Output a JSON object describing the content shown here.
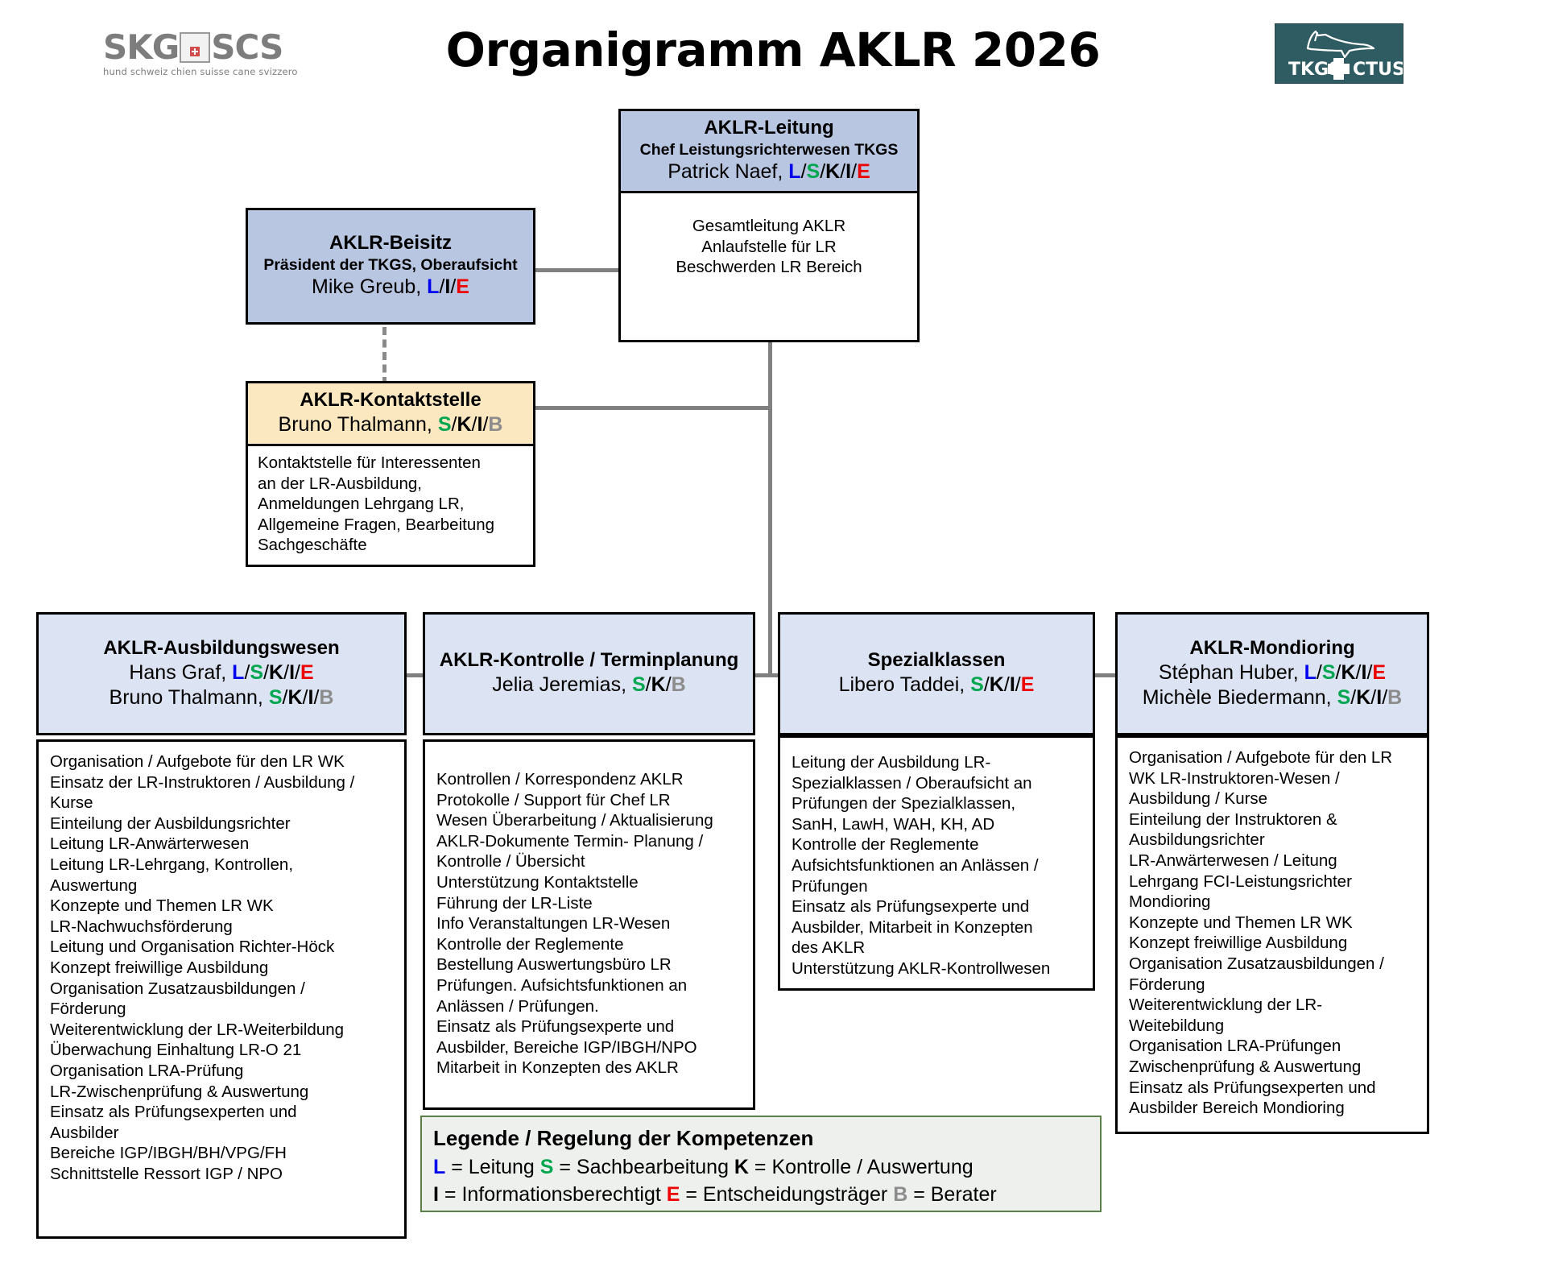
{
  "header": {
    "title": "Organigramm AKLR 2026",
    "skg_logo": {
      "left_word": "SKG",
      "right_word": "SCS",
      "subtitle": "hund schweiz    chien suisse    cane svizzero",
      "icon": "swiss-house-cross-icon"
    },
    "tkgs_logo": {
      "left_word": "TKGS",
      "right_word": "CTUS",
      "icon": "dog-silhouette-cross-icon",
      "color": "#2f5c63"
    }
  },
  "colors": {
    "header_blue": "#b8c6e2",
    "header_light_blue": "#dce3f2",
    "header_cream": "#fbe8c0",
    "legend_border_green": "#5b7f48",
    "code_L": "#0000ee",
    "code_S": "#00a650",
    "code_K": "#000000",
    "code_I": "#000000",
    "code_E": "#ee0000",
    "code_B": "#8c8c8c"
  },
  "nodes": {
    "leitung": {
      "title": "AKLR-Leitung",
      "role": "Chef Leistungsrichterwesen TKGS",
      "person": "Patrick Naef,",
      "codes": [
        "L",
        "S",
        "K",
        "I",
        "E"
      ],
      "tasks": [
        "Gesamtleitung AKLR",
        "Anlaufstelle für LR",
        "Beschwerden LR Bereich"
      ]
    },
    "beisitz": {
      "title": "AKLR-Beisitz",
      "role": "Präsident der TKGS, Oberaufsicht",
      "person": "Mike Greub,",
      "codes": [
        "L",
        "I",
        "E"
      ]
    },
    "kontaktstelle": {
      "title": "AKLR-Kontaktstelle",
      "person": "Bruno Thalmann,",
      "codes": [
        "S",
        "K",
        "I",
        "B"
      ],
      "tasks": [
        "Kontaktstelle für Interessenten",
        "an der LR-Ausbildung,",
        "Anmeldungen Lehrgang LR,",
        "Allgemeine Fragen, Bearbeitung",
        "Sachgeschäfte"
      ]
    }
  },
  "departments": [
    {
      "title": "AKLR-Ausbildungswesen",
      "people": [
        {
          "name": "Hans Graf,",
          "codes": [
            "L",
            "S",
            "K",
            "I",
            "E"
          ]
        },
        {
          "name": "Bruno Thalmann,",
          "codes": [
            "S",
            "K",
            "I",
            "B"
          ]
        }
      ],
      "tasks": [
        "Organisation / Aufgebote für den LR WK",
        "Einsatz der LR-Instruktoren / Ausbildung /",
        "Kurse",
        "Einteilung der Ausbildungsrichter",
        "Leitung LR-Anwärterwesen",
        "Leitung LR-Lehrgang, Kontrollen,",
        "Auswertung",
        "Konzepte und Themen LR WK",
        "LR-Nachwuchsförderung",
        "Leitung und Organisation Richter-Höck",
        "Konzept freiwillige Ausbildung",
        "Organisation Zusatzausbildungen /",
        "Förderung",
        "Weiterentwicklung der LR-Weiterbildung",
        "Überwachung Einhaltung LR-O 21",
        "Organisation LRA-Prüfung",
        "LR-Zwischenprüfung & Auswertung",
        "Einsatz als Prüfungsexperten und",
        "Ausbilder",
        "Bereiche IGP/IBGH/BH/VPG/FH",
        "Schnittstelle Ressort IGP / NPO"
      ]
    },
    {
      "title": "AKLR-Kontrolle / Terminplanung",
      "people": [
        {
          "name": "Jelia Jeremias,",
          "codes": [
            "S",
            "K",
            "B"
          ]
        }
      ],
      "tasks": [
        "Kontrollen / Korrespondenz AKLR",
        "Protokolle / Support für Chef LR",
        "Wesen Überarbeitung / Aktualisierung",
        "AKLR-Dokumente Termin- Planung /",
        "Kontrolle / Übersicht",
        "Unterstützung Kontaktstelle",
        "Führung der LR-Liste",
        "Info Veranstaltungen LR-Wesen",
        "Kontrolle der Reglemente",
        "Bestellung Auswertungsbüro LR",
        "Prüfungen. Aufsichtsfunktionen an",
        "Anlässen / Prüfungen.",
        "Einsatz als Prüfungsexperte und",
        "Ausbilder, Bereiche IGP/IBGH/NPO",
        "Mitarbeit in Konzepten des AKLR"
      ]
    },
    {
      "title": "Spezialklassen",
      "people": [
        {
          "name": "Libero Taddei,",
          "codes": [
            "S",
            "K",
            "I",
            "E"
          ]
        }
      ],
      "tasks": [
        "Leitung der Ausbildung LR-",
        "Spezialklassen /  Oberaufsicht an",
        "Prüfungen der Spezialklassen,",
        "SanH, LawH, WAH, KH, AD",
        "Kontrolle der Reglemente",
        "Aufsichtsfunktionen an Anlässen /",
        "Prüfungen",
        "Einsatz als Prüfungsexperte und",
        "Ausbilder, Mitarbeit in Konzepten",
        "des AKLR",
        "Unterstützung AKLR-Kontrollwesen"
      ]
    },
    {
      "title": "AKLR-Mondioring",
      "people": [
        {
          "name": "Stéphan Huber,",
          "codes": [
            "L",
            "S",
            "K",
            "I",
            "E"
          ]
        },
        {
          "name": "Michèle Biedermann,",
          "codes": [
            "S",
            "K",
            "I",
            "B"
          ]
        }
      ],
      "tasks": [
        "Organisation / Aufgebote für den LR",
        "WK LR-Instruktoren-Wesen /",
        "Ausbildung / Kurse",
        "Einteilung der Instruktoren &",
        "Ausbildungsrichter",
        "LR-Anwärterwesen / Leitung",
        "Lehrgang FCI-Leistungsrichter",
        "Mondioring",
        "Konzepte und Themen LR WK",
        "Konzept freiwillige Ausbildung",
        "Organisation Zusatzausbildungen /",
        "Förderung",
        "Weiterentwicklung der LR-",
        "Weitebildung",
        "Organisation LRA-Prüfungen",
        "Zwischenprüfung & Auswertung",
        "Einsatz als Prüfungsexperten und",
        "Ausbilder Bereich Mondioring"
      ]
    }
  ],
  "legend": {
    "title": "Legende / Regelung der Kompetenzen",
    "row1": [
      {
        "code": "L",
        "text": " = Leitung "
      },
      {
        "code": "S",
        "text": " = Sachbearbeitung "
      },
      {
        "code": "K",
        "text": " = Kontrolle / Auswertung"
      }
    ],
    "row2": [
      {
        "code": "I",
        "text": " = Informationsberechtigt "
      },
      {
        "code": "E",
        "text": " = Entscheidungsträger "
      },
      {
        "code": "B",
        "text": " = Berater"
      }
    ]
  }
}
